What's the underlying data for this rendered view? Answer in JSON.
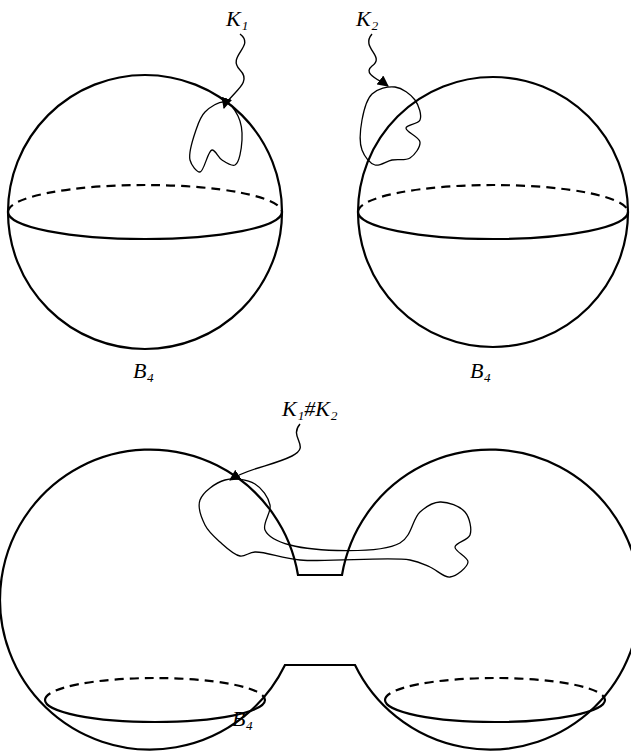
{
  "diagram": {
    "labels": [
      "K₁",
      "K₂",
      "B₄",
      "B₄",
      "K₁#K₂",
      "B₄"
    ]
  }
}
